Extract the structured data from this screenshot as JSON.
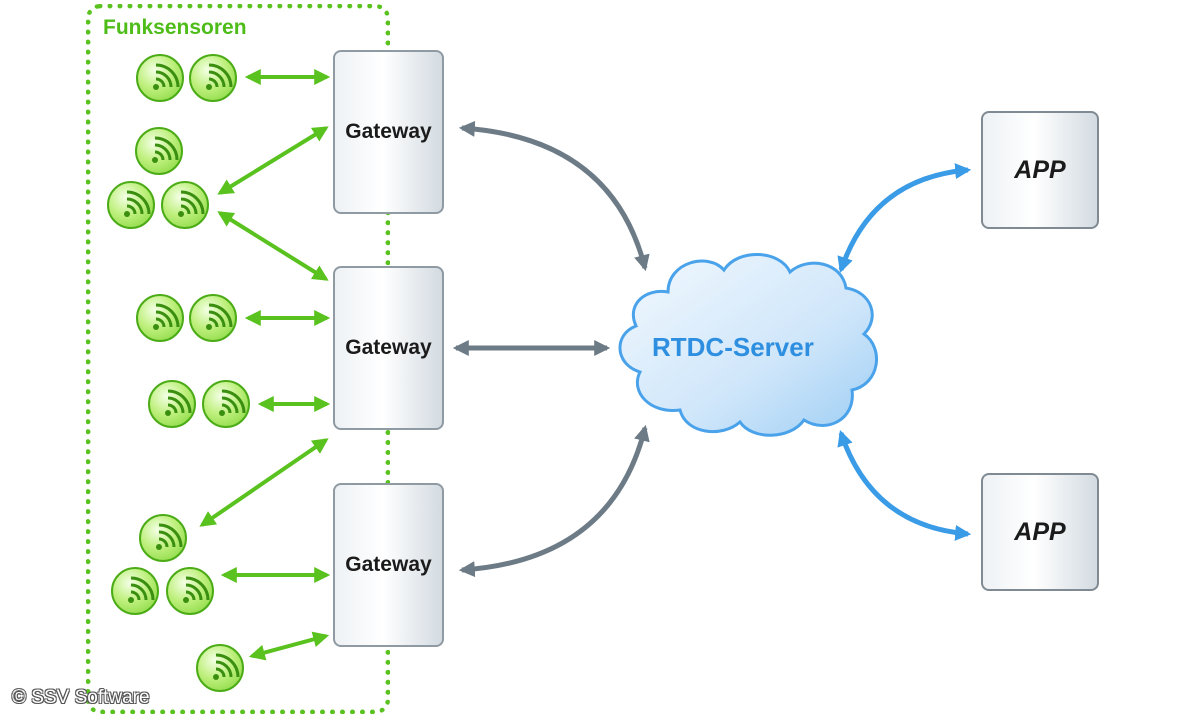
{
  "group": {
    "label": "Funksensoren"
  },
  "gateways": [
    {
      "label": "Gateway"
    },
    {
      "label": "Gateway"
    },
    {
      "label": "Gateway"
    }
  ],
  "server": {
    "label": "RTDC-Server"
  },
  "apps": [
    {
      "label": "APP"
    },
    {
      "label": "APP"
    }
  ],
  "footer": {
    "copyright": "© SSV Software"
  },
  "colors": {
    "sensor_green": "#7fd436",
    "group_border": "#59c21e",
    "gateway_link": "#6c7b86",
    "app_link": "#3a9be6",
    "cloud_fill": "#d7ecfb",
    "cloud_stroke": "#4aa3ea"
  },
  "icons": {
    "sensor": "wireless-signal-icon"
  }
}
